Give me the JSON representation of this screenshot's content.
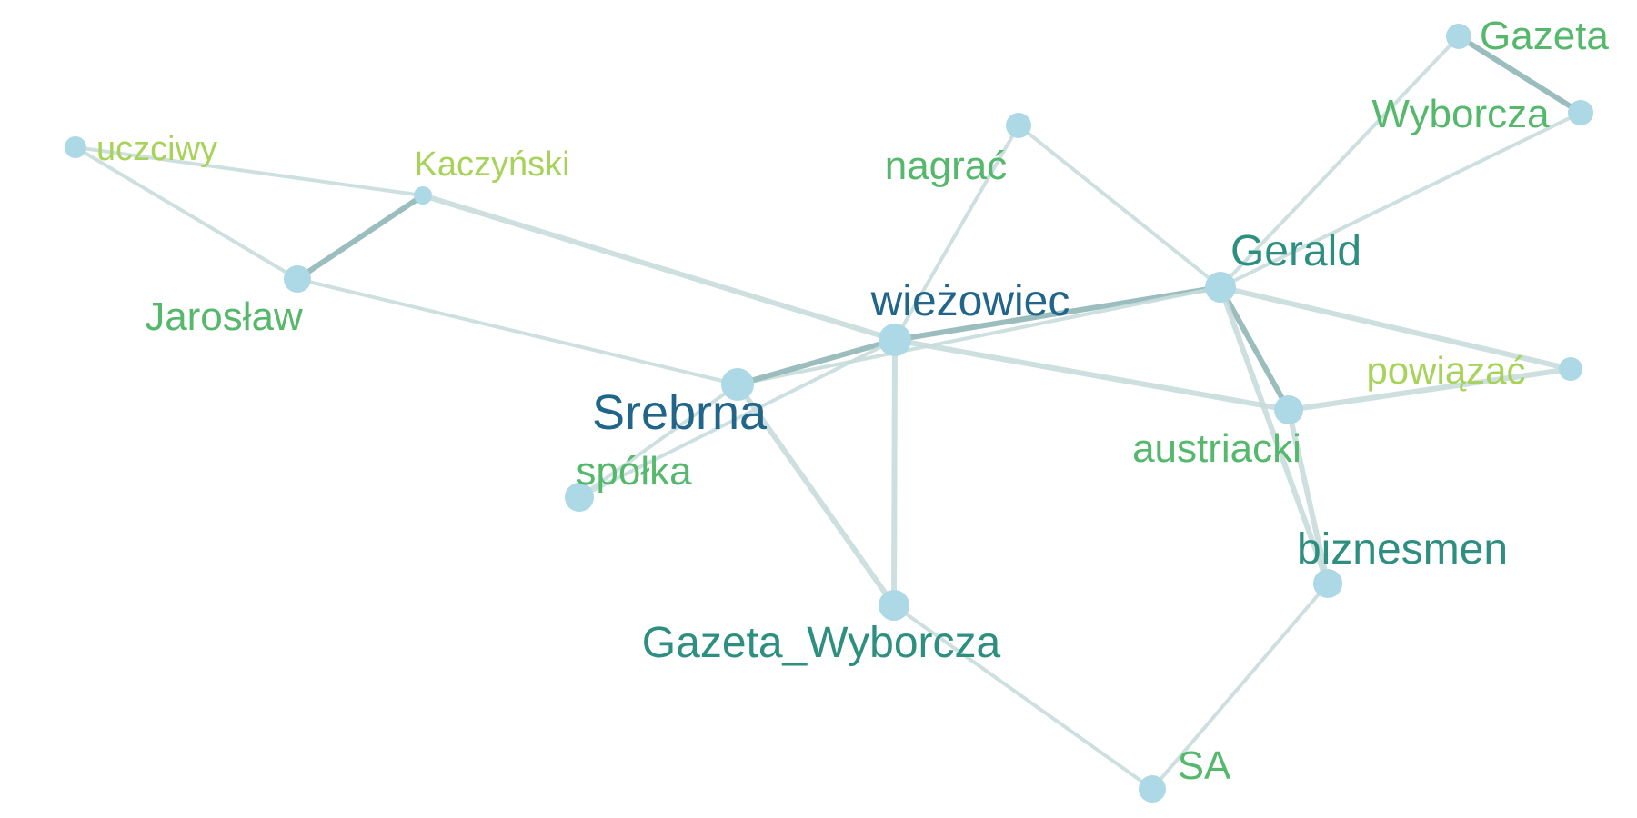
{
  "colors": {
    "node": "#add8e6",
    "edge_light": "#c8dcdc",
    "edge_dark": "#97b9bb",
    "label_dark": "#21668a",
    "label_teal": "#2e8f80",
    "label_green": "#55b86c",
    "label_lime": "#a8d35a"
  },
  "nodes": [
    {
      "id": "uczciwy",
      "label": "uczciwy",
      "color": "#a8d35a"
    },
    {
      "id": "kaczynski",
      "label": "Kaczyński",
      "color": "#a8d35a"
    },
    {
      "id": "jaroslaw",
      "label": "Jarosław",
      "color": "#55b86c"
    },
    {
      "id": "nagrac",
      "label": "nagrać",
      "color": "#55b86c"
    },
    {
      "id": "gazeta",
      "label": "Gazeta",
      "color": "#55b86c"
    },
    {
      "id": "wyborcza",
      "label": "Wyborcza",
      "color": "#55b86c"
    },
    {
      "id": "gerald",
      "label": "Gerald",
      "color": "#2e8f80"
    },
    {
      "id": "wiezowiec",
      "label": "wieżowiec",
      "color": "#21668a"
    },
    {
      "id": "srebrna",
      "label": "Srebrna",
      "color": "#21668a"
    },
    {
      "id": "spolka",
      "label": "spółka",
      "color": "#55b86c"
    },
    {
      "id": "powiazac",
      "label": "powiązać",
      "color": "#a8d35a"
    },
    {
      "id": "austriacki",
      "label": "austriacki",
      "color": "#55b86c"
    },
    {
      "id": "biznesmen",
      "label": "biznesmen",
      "color": "#2e8f80"
    },
    {
      "id": "gazeta_wyborcza",
      "label": "Gazeta_Wyborcza",
      "color": "#2e8f80"
    },
    {
      "id": "sa",
      "label": "SA",
      "color": "#55b86c"
    }
  ],
  "edges": [
    {
      "source": "uczciwy",
      "target": "kaczynski",
      "weight": 1
    },
    {
      "source": "uczciwy",
      "target": "jaroslaw",
      "weight": 1
    },
    {
      "source": "kaczynski",
      "target": "jaroslaw",
      "weight": 3
    },
    {
      "source": "kaczynski",
      "target": "wiezowiec",
      "weight": 2
    },
    {
      "source": "jaroslaw",
      "target": "srebrna",
      "weight": 1
    },
    {
      "source": "nagrac",
      "target": "wiezowiec",
      "weight": 1
    },
    {
      "source": "nagrac",
      "target": "gerald",
      "weight": 1
    },
    {
      "source": "gazeta",
      "target": "wyborcza",
      "weight": 3
    },
    {
      "source": "gazeta",
      "target": "gerald",
      "weight": 1
    },
    {
      "source": "wyborcza",
      "target": "gerald",
      "weight": 1
    },
    {
      "source": "gerald",
      "target": "wiezowiec",
      "weight": 3
    },
    {
      "source": "gerald",
      "target": "srebrna",
      "weight": 1
    },
    {
      "source": "gerald",
      "target": "powiazac",
      "weight": 2
    },
    {
      "source": "gerald",
      "target": "austriacki",
      "weight": 3
    },
    {
      "source": "gerald",
      "target": "biznesmen",
      "weight": 2
    },
    {
      "source": "wiezowiec",
      "target": "srebrna",
      "weight": 3
    },
    {
      "source": "wiezowiec",
      "target": "spolka",
      "weight": 1
    },
    {
      "source": "wiezowiec",
      "target": "austriacki",
      "weight": 2
    },
    {
      "source": "wiezowiec",
      "target": "gazeta_wyborcza",
      "weight": 2
    },
    {
      "source": "srebrna",
      "target": "spolka",
      "weight": 1
    },
    {
      "source": "srebrna",
      "target": "gazeta_wyborcza",
      "weight": 2
    },
    {
      "source": "austriacki",
      "target": "powiazac",
      "weight": 2
    },
    {
      "source": "austriacki",
      "target": "biznesmen",
      "weight": 2
    },
    {
      "source": "biznesmen",
      "target": "sa",
      "weight": 1
    },
    {
      "source": "gazeta_wyborcza",
      "target": "sa",
      "weight": 1
    }
  ]
}
